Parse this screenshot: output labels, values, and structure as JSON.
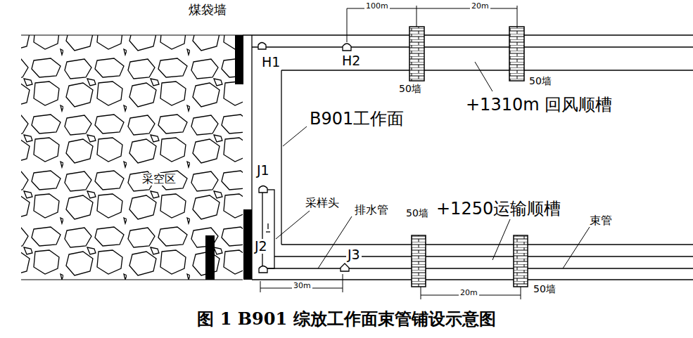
{
  "diagram": {
    "caption": "图 1 B901 综放工作面束管铺设示意图",
    "labels": [
      "煤袋墙",
      "H1",
      "H2",
      "100m",
      "20m",
      "50墙",
      "50墙",
      "+1310m 回风顺槽",
      "B901工作面",
      "J1",
      "采空区",
      "采样头",
      "排水管",
      "50墙",
      "+1250运输顺槽",
      "束管",
      "J2",
      "J3",
      "30m",
      "20m",
      "50墙"
    ]
  }
}
